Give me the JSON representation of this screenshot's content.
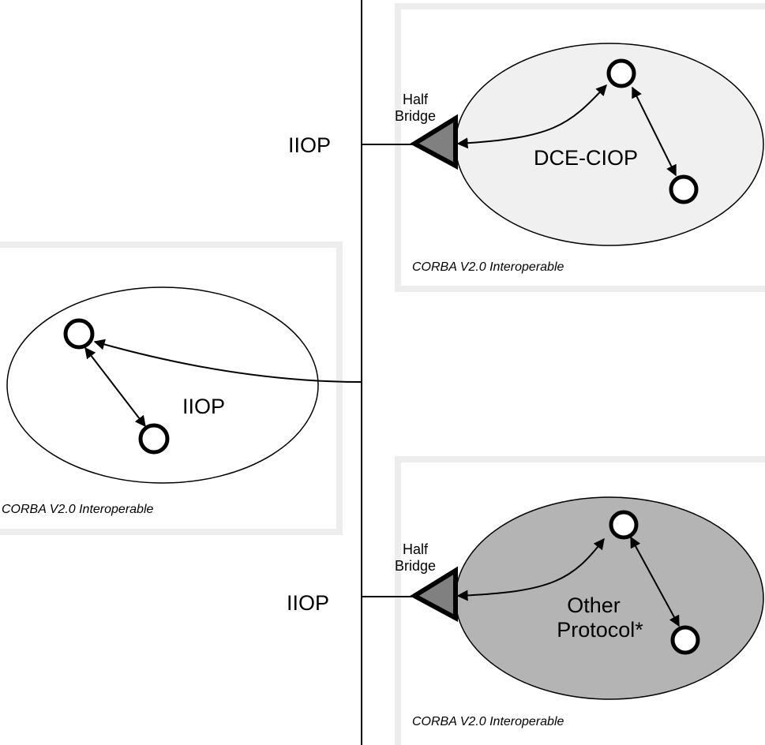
{
  "backbone": {
    "label_top": "IIOP",
    "label_bottom": "IIOP"
  },
  "domains": {
    "top": {
      "protocol": "DCE-CIOP",
      "bridge_line1": "Half",
      "bridge_line2": "Bridge",
      "caption": "CORBA V2.0 Interoperable",
      "fill": "#f0f0f0"
    },
    "left": {
      "protocol": "IIOP",
      "caption": "CORBA V2.0 Interoperable",
      "fill": "#f0f0f0"
    },
    "bottom": {
      "protocol_line1": "Other",
      "protocol_line2": "Protocol*",
      "bridge_line1": "Half",
      "bridge_line2": "Bridge",
      "caption": "CORBA V2.0 Interoperable",
      "fill": "#b4b4b4"
    }
  },
  "colors": {
    "frame": "#ededed",
    "line": "#000000",
    "bridge": "#808080"
  }
}
